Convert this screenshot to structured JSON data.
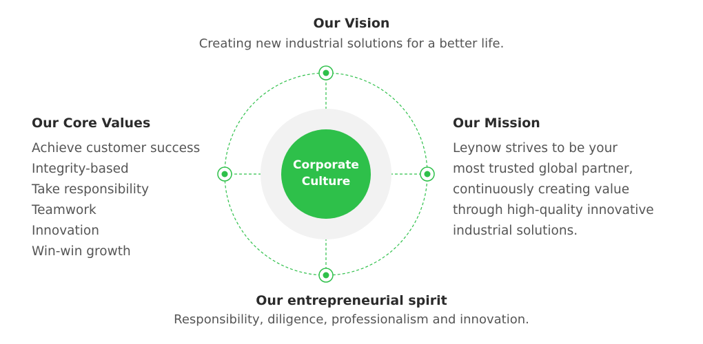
{
  "colors": {
    "accent": "#2ec04a",
    "ring_bg": "#f2f2f2",
    "text_dark": "#2b2b2b",
    "text_body": "#555555"
  },
  "center": {
    "line1": "Corporate",
    "line2": "Culture"
  },
  "vision": {
    "title": "Our Vision",
    "text": "Creating new industrial solutions for a better life."
  },
  "core_values": {
    "title": "Our Core Values",
    "items": [
      "Achieve customer success",
      "Integrity-based",
      "Take responsibility",
      "Teamwork",
      "Innovation",
      "Win-win growth"
    ]
  },
  "mission": {
    "title": "Our Mission",
    "lines": [
      "Leynow strives to be your",
      "most trusted global partner,",
      "continuously creating value",
      "through high-quality innovative",
      "industrial solutions."
    ]
  },
  "spirit": {
    "title": "Our entrepreneurial spirit",
    "text": "Responsibility, diligence, professionalism and innovation."
  }
}
